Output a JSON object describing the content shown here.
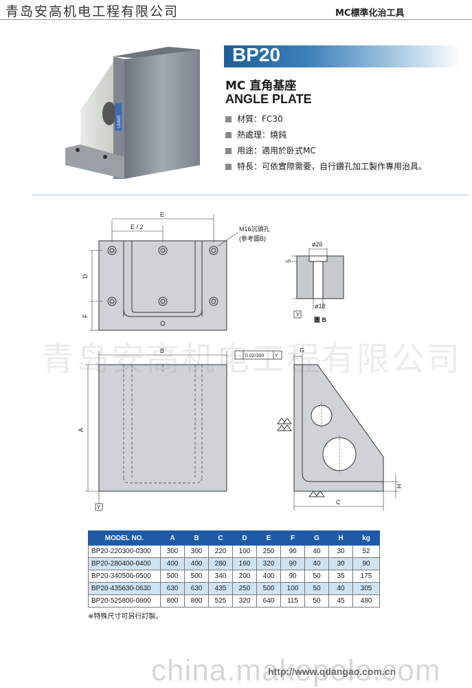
{
  "header": {
    "company": "青岛安高机电工程有限公司",
    "category": "MC標準化治工具"
  },
  "product": {
    "model": "BP20",
    "name_cn": "MC 直角基座",
    "name_en": "ANGLE PLATE",
    "specs": [
      {
        "label": "材質",
        "value": "FC30"
      },
      {
        "label": "熱處理",
        "value": "燒鈍"
      },
      {
        "label": "用途",
        "value": "適用於卧式MC"
      },
      {
        "label": "特長",
        "value": "可依實際需要，自行鑽孔加工製作專用治具。"
      }
    ],
    "photo_label": "LEAVE"
  },
  "drawing": {
    "labels": {
      "E": "E",
      "E2": "E / 2",
      "D": "D",
      "F": "F",
      "B": "B",
      "A": "A",
      "G": "G",
      "C": "C",
      "H": "H",
      "Y": "Y",
      "M16": "M16沉頭孔",
      "ref": "(參考圖B)",
      "phi26": "ø26",
      "phi18": "ø18",
      "five": "5",
      "figB": "圖 B",
      "tol": "0.02/300"
    }
  },
  "table": {
    "headers": [
      "MODEL NO.",
      "A",
      "B",
      "C",
      "D",
      "E",
      "F",
      "G",
      "H",
      "kg"
    ],
    "rows": [
      [
        "BP20-220300-0300",
        "300",
        "300",
        "220",
        "100",
        "250",
        "90",
        "40",
        "30",
        "52"
      ],
      [
        "BP20-280400-0400",
        "400",
        "400",
        "280",
        "160",
        "320",
        "90",
        "40",
        "30",
        "90"
      ],
      [
        "BP20-340500-0500",
        "500",
        "500",
        "340",
        "200",
        "400",
        "90",
        "50",
        "35",
        "175"
      ],
      [
        "BP20-435630-0630",
        "630",
        "630",
        "435",
        "250",
        "500",
        "100",
        "50",
        "40",
        "305"
      ],
      [
        "BP20-525800-0800",
        "800",
        "800",
        "525",
        "320",
        "640",
        "115",
        "50",
        "45",
        "480"
      ]
    ],
    "note": "※特殊尺寸可另行訂製。"
  },
  "watermarks": {
    "center": "青岛安高机电工程有限公司",
    "bottom": "china.makepolo.com",
    "url": "http://www.qdangao.com.cn"
  }
}
